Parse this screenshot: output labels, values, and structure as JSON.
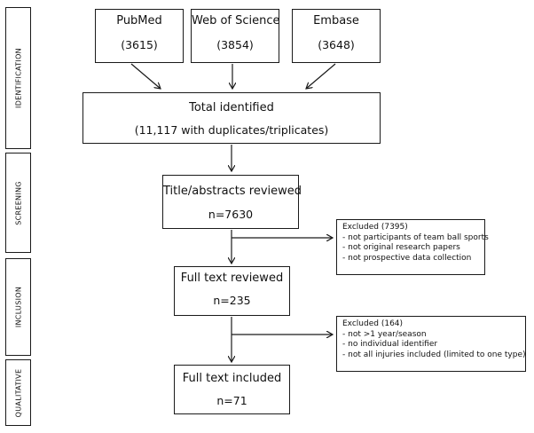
{
  "stages": {
    "identification": "IDENTIFICATION",
    "screening": "SCREENING",
    "inclusion": "INCLUSION",
    "qualitative": "QUALITATIVE"
  },
  "sources": {
    "pubmed": {
      "name": "PubMed",
      "count": "(3615)"
    },
    "wos": {
      "name": "Web of Science",
      "count": "(3854)"
    },
    "embase": {
      "name": "Embase",
      "count": "(3648)"
    }
  },
  "total": {
    "title": "Total identified",
    "detail": "(11,117 with duplicates/triplicates)"
  },
  "screened": {
    "title": "Title/abstracts reviewed",
    "detail": "n=7630"
  },
  "fulltext": {
    "title": "Full text reviewed",
    "detail": "n=235"
  },
  "included": {
    "title": "Full text included",
    "detail": "n=71"
  },
  "excluded_screening": {
    "title": "Excluded (7395)",
    "reasons": [
      "not participants of team ball sports",
      "not original research papers",
      "not prospective data collection"
    ]
  },
  "excluded_fulltext": {
    "title": "Excluded (164)",
    "reasons": [
      "not >1 year/season",
      "no individual identifier",
      "not all injuries included (limited to one type)"
    ]
  }
}
